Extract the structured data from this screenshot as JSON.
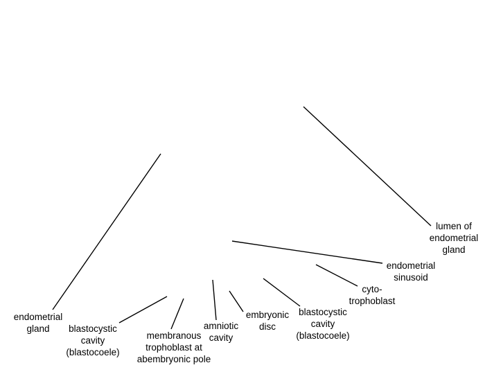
{
  "labels": {
    "lumen": [
      "lumen of",
      "endometrial",
      "gland"
    ],
    "sinusoid": [
      "endometrial",
      "sinusoid"
    ],
    "cytotrophoblast": [
      "cyto-",
      "trophoblast"
    ],
    "blastocoele_right": [
      "blastocystic",
      "cavity",
      "(blastocoele)"
    ],
    "embryonic_disc": [
      "embryonic",
      "disc"
    ],
    "amniotic_cavity": [
      "amniotic",
      "cavity"
    ],
    "membranous_trophoblast": [
      "membranous",
      "trophoblast at",
      "abembryonic pole"
    ],
    "blastocoele_left": [
      "blastocystic",
      "cavity",
      "(blastocoele)"
    ],
    "endometrial_gland": [
      "endometrial",
      "gland"
    ]
  },
  "colors": {
    "line": "#000000",
    "text": "#000000",
    "background": "#ffffff"
  }
}
